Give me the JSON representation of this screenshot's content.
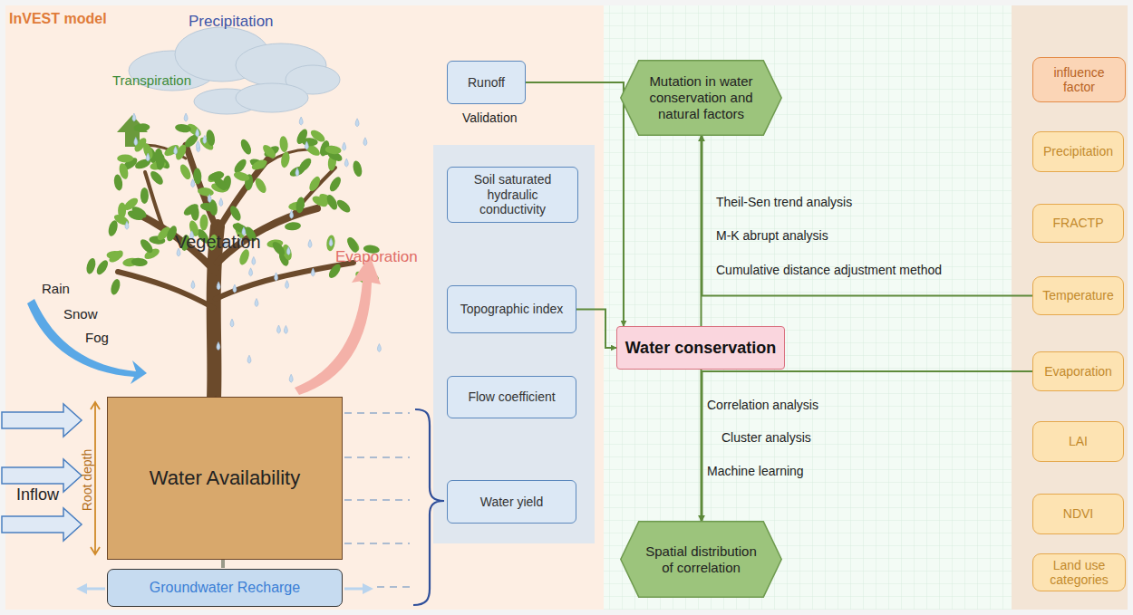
{
  "diagram": {
    "nodes": [
      {
        "text": [
          "Runoff"
        ]
      },
      {
        "text": [
          "Soil saturated hydraulic conductivity"
        ]
      },
      {
        "text": [
          "Topographic index"
        ]
      },
      {
        "text": [
          "Flow coefficient"
        ]
      },
      {
        "text": [
          "Water yield"
        ]
      },
      {
        "text": [
          "Water Availability"
        ]
      },
      {
        "text": [
          "Groundwater Recharge"
        ]
      },
      {
        "text": [
          "Mutation in water conservation and natural factors"
        ]
      },
      {
        "text": [
          "Water conservation"
        ]
      },
      {
        "text": [
          "Spatial distribution of correlation"
        ]
      },
      {
        "text": [
          "influence factor"
        ]
      },
      {
        "text": [
          "Precipitation"
        ]
      },
      {
        "text": [
          "FRACTP"
        ]
      },
      {
        "text": [
          "Temperature"
        ]
      },
      {
        "text": [
          "Evaporation"
        ]
      },
      {
        "text": [
          "LAI"
        ]
      },
      {
        "text": [
          "NDVI"
        ]
      },
      {
        "text": [
          "Land use categories"
        ]
      }
    ],
    "edges": [
      {
        "from": 0,
        "to": 8,
        "arrow": "to"
      },
      {
        "from": 2,
        "to": 8,
        "arrow": "to"
      },
      {
        "from": 8,
        "to": 7,
        "arrow": "to"
      },
      {
        "from": 13,
        "to": 7,
        "arrow": "to"
      },
      {
        "from": 8,
        "to": 9,
        "arrow": "to"
      },
      {
        "from": 14,
        "to": 9,
        "arrow": "to"
      }
    ],
    "labels": [
      "InVEST model",
      "Precipitation",
      "Transpiration",
      "Vegetation",
      "Evaporation",
      "Rain",
      "Snow",
      "Fog",
      "Root depth",
      "Inflow",
      "Validation",
      "Theil-Sen trend analysis",
      "M-K abrupt analysis",
      "Cumulative distance adjustment method",
      "Correlation analysis",
      "Cluster analysis",
      "Machine learning"
    ]
  }
}
